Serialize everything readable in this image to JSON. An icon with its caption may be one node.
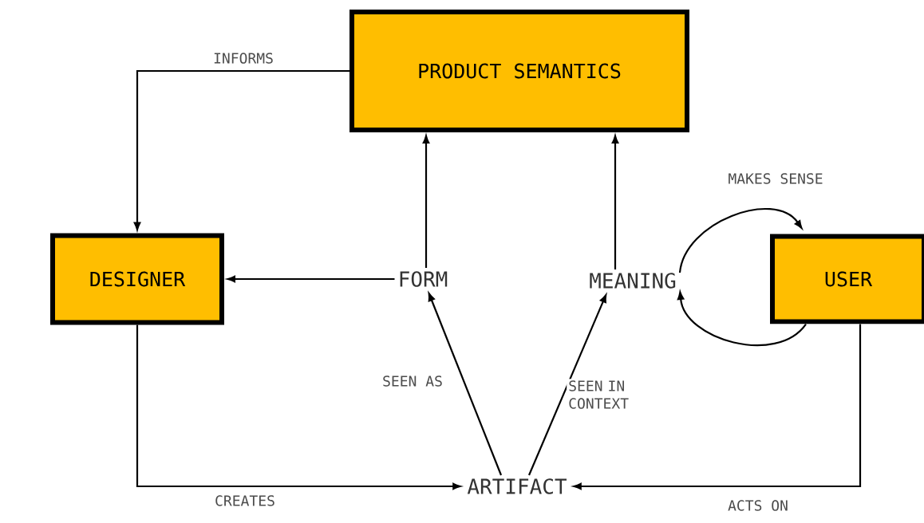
{
  "diagram": {
    "nodes": [
      {
        "text": [
          "PRODUCT SEMANTICS"
        ]
      },
      {
        "text": [
          "DESIGNER"
        ]
      },
      {
        "text": [
          "FORM"
        ]
      },
      {
        "text": [
          "MEANING"
        ]
      },
      {
        "text": [
          "USER"
        ]
      },
      {
        "text": [
          "ARTIFACT"
        ]
      }
    ],
    "edges": [
      {
        "from": 0,
        "to": 1,
        "arrow": "to",
        "label": "INFORMS"
      },
      {
        "from": 2,
        "to": 1,
        "arrow": "to"
      },
      {
        "from": 2,
        "to": 0,
        "arrow": "to"
      },
      {
        "from": 3,
        "to": 0,
        "arrow": "to"
      },
      {
        "from": 3,
        "to": 4,
        "arrow": "to",
        "label": "MAKES SENSE"
      },
      {
        "from": 4,
        "to": 3,
        "arrow": "to"
      },
      {
        "from": 5,
        "to": 2,
        "arrow": "to",
        "label": "SEEN AS"
      },
      {
        "from": 5,
        "to": 3,
        "arrow": "to",
        "label": "SEEN IN CONTEXT"
      },
      {
        "from": 1,
        "to": 5,
        "arrow": "to",
        "label": "CREATES"
      },
      {
        "from": 4,
        "to": 5,
        "arrow": "to",
        "label": "ACTS ON"
      }
    ]
  }
}
